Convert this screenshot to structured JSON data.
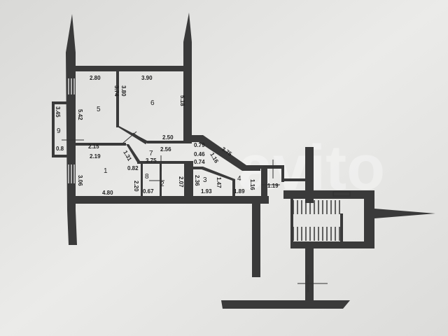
{
  "plan": {
    "watermark": "avito",
    "rooms": {
      "r1": "1",
      "r2": "2",
      "r3": "3",
      "r4": "4",
      "r5": "5",
      "r6": "6",
      "r7": "7",
      "r8": "8",
      "r9": "9"
    },
    "dimensions": {
      "d_2_80": "2.80",
      "d_3_90": "3.90",
      "d_3_74": "3.74",
      "d_3_80": "3.80",
      "d_5_18": "5.18",
      "d_5_42": "5.42",
      "d_3_45": "3.45",
      "d_0_8": "0.8",
      "d_2_50": "2.50",
      "d_2_15": "2.15",
      "d_2_56": "2.56",
      "d_2_19": "2.19",
      "d_1_31": "1.31",
      "d_3_75a": "3.75",
      "d_0_82": "0.82",
      "d_3_06": "3.06",
      "d_2_20": "2.20",
      "d_0_67": "0.67",
      "d_4_80": "4.80",
      "d_2_07": "2.07",
      "d_2_36": "2.36",
      "d_1_47": "1.47",
      "d_1_93": "1.93",
      "d_1_89": "1.89",
      "d_1_16a": "1.16",
      "d_1_16b": "1.16",
      "d_0_79": "0.79",
      "d_0_46": "0.46",
      "d_0_74": "0.74",
      "d_3_75b": "3.75",
      "d_1_19": "1.19"
    }
  }
}
